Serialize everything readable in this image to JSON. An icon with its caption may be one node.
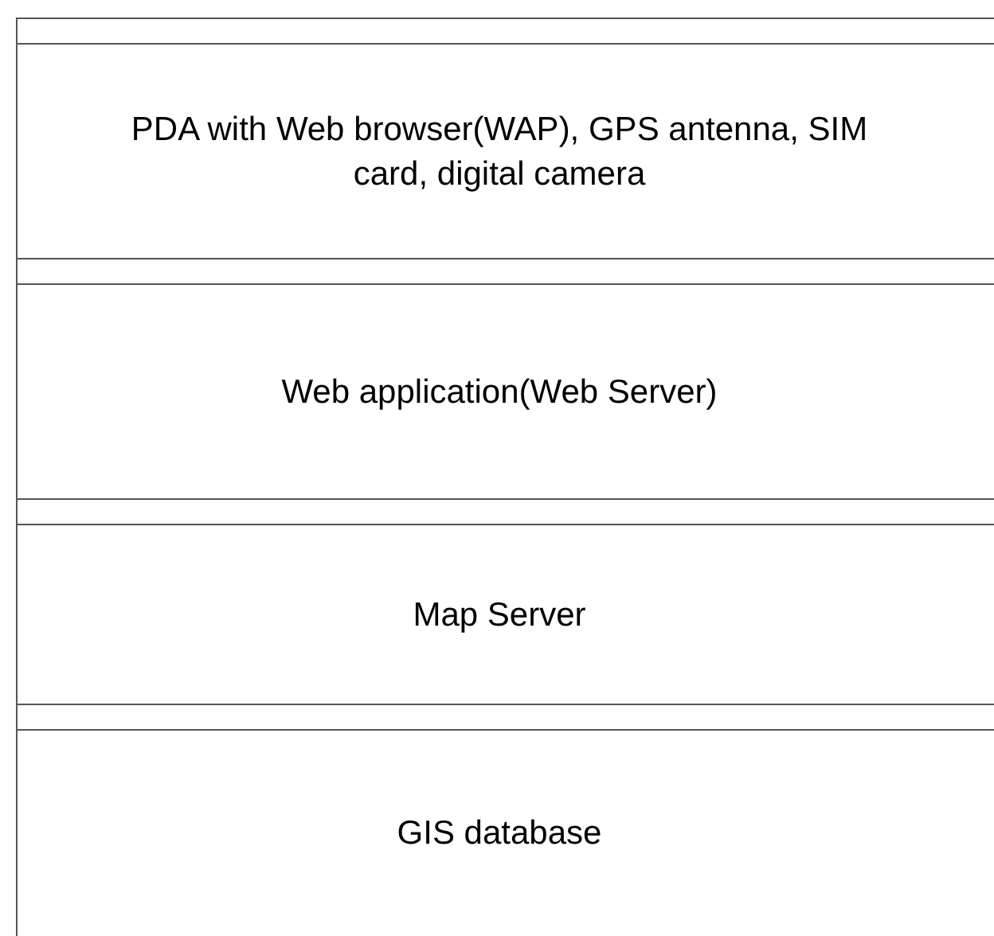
{
  "diagram": {
    "nodes": [
      {
        "text": [
          "PDA with Web browser(WAP), GPS antenna, SIM card, digital camera"
        ]
      },
      {
        "text": [
          "Web application(Web Server)"
        ]
      },
      {
        "text": [
          "Map Server"
        ]
      },
      {
        "text": [
          "GIS database"
        ]
      }
    ]
  }
}
